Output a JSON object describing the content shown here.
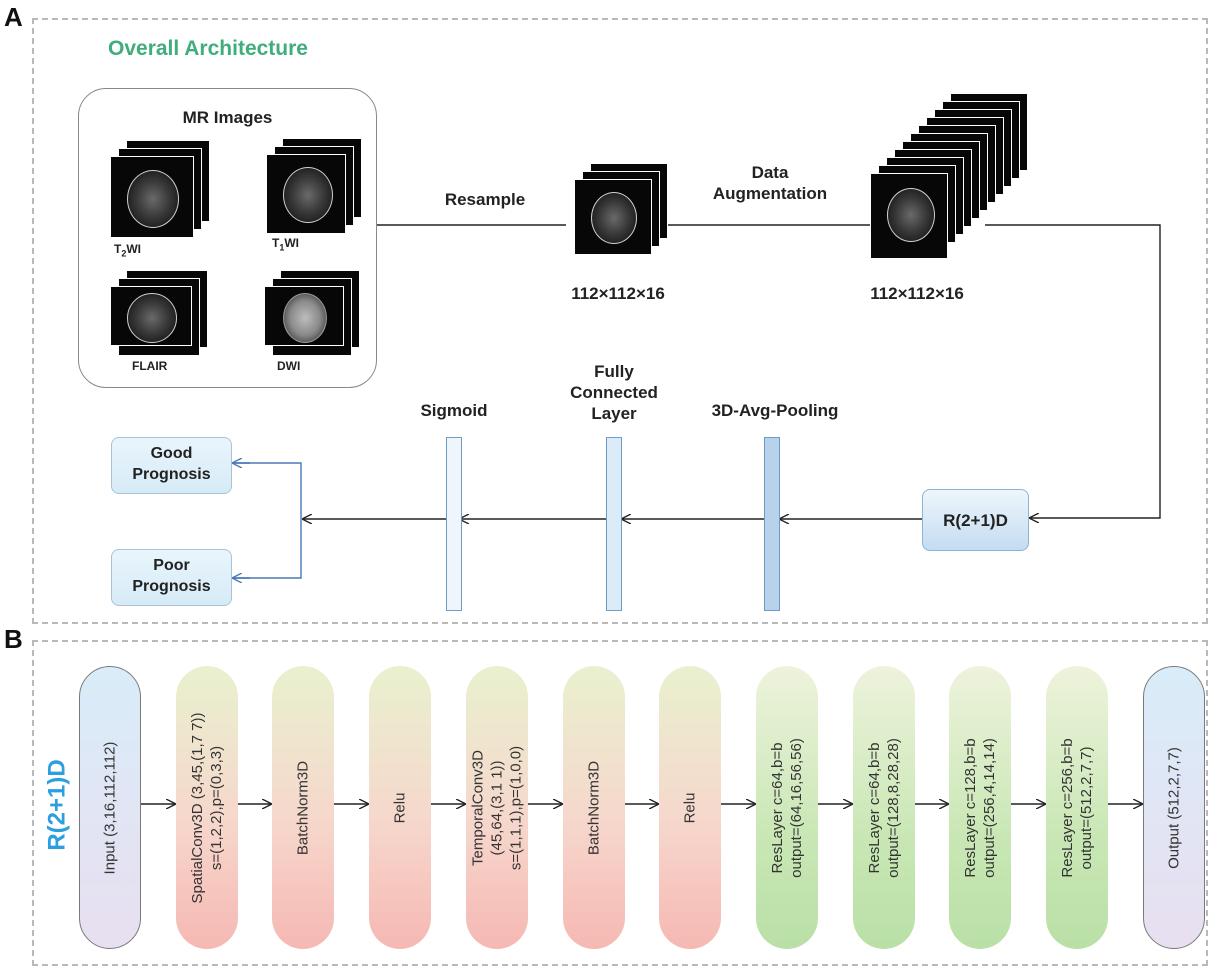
{
  "panels": {
    "a": "A",
    "b": "B"
  },
  "panel_a": {
    "title": "Overall Architecture",
    "mr_images": {
      "title": "MR Images",
      "labels": {
        "t2_main": "T",
        "t2_sub": "2",
        "t2_end": "WI",
        "t1_main": "T",
        "t1_sub": "1",
        "t1_end": "WI",
        "flair": "FLAIR",
        "dwi": "DWI"
      }
    },
    "resample_label": "Resample",
    "dims_1": "112×112×16",
    "augmentation_label_1": "Data",
    "augmentation_label_2": "Augmentation",
    "dims_2": "112×112×16",
    "r21d_box": "R(2+1)D",
    "pooling_label": "3D-Avg-Pooling",
    "fc_label_1": "Fully",
    "fc_label_2": "Connected",
    "fc_label_3": "Layer",
    "sigmoid_label": "Sigmoid",
    "good_1": "Good",
    "good_2": "Prognosis",
    "poor_1": "Poor",
    "poor_2": "Prognosis"
  },
  "panel_b": {
    "title": "R(2+1)D",
    "pills": [
      {
        "style": "blue",
        "lines": [
          "Input (3,16,112,112)"
        ]
      },
      {
        "style": "red",
        "lines": [
          "SpatialConv3D (3,45,(1,7 7))",
          "s=(1,2,2),p=(0,3,3)"
        ]
      },
      {
        "style": "red",
        "lines": [
          "BatchNorm3D"
        ]
      },
      {
        "style": "red",
        "lines": [
          "Relu"
        ]
      },
      {
        "style": "red",
        "lines": [
          "TemporalConv3D",
          "(45,64,(3,1 1))",
          "s=(1,1,1),p=(1,0,0)"
        ]
      },
      {
        "style": "red",
        "lines": [
          "BatchNorm3D"
        ]
      },
      {
        "style": "red",
        "lines": [
          "Relu"
        ]
      },
      {
        "style": "green",
        "lines": [
          "ResLayer c=64,b=b",
          "output=(64,16,56,56)"
        ]
      },
      {
        "style": "green",
        "lines": [
          "ResLayer c=64,b=b",
          "output=(128,8,28,28)"
        ]
      },
      {
        "style": "green",
        "lines": [
          "ResLayer c=128,b=b",
          "output=(256,4,14,14)"
        ]
      },
      {
        "style": "green",
        "lines": [
          "ResLayer c=256,b=b",
          "output=(512,2,7,7)"
        ]
      },
      {
        "style": "blue",
        "lines": [
          "Output (512,2,7,7)"
        ]
      }
    ]
  },
  "colors": {
    "title_green": "#3fae7a",
    "title_blue": "#2d9fe0",
    "arrow_blue": "#4a78b8"
  }
}
